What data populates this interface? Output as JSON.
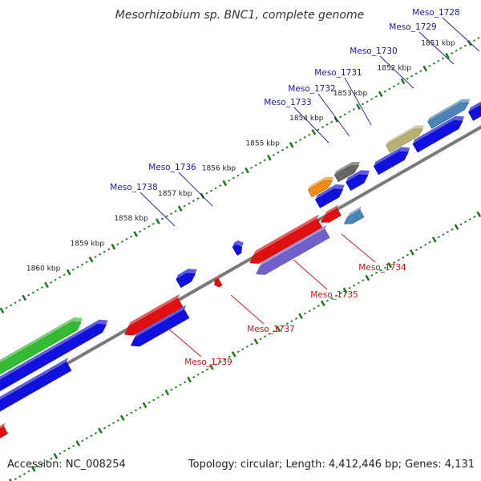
{
  "title": "Mesorhizobium sp. BNC1, complete genome",
  "footer": {
    "accession": "Accession: NC_008254",
    "topology": "Topology: circular; Length: 4,412,446 bp; Genes: 4,131"
  },
  "colors": {
    "backbone": "#7a7a7a",
    "tick_green": "#1f7a1f",
    "label_blue": "#1a1aa6",
    "label_red": "#cc1111",
    "gene_blue": "#1010e0",
    "gene_red": "#e01010",
    "gene_green": "#33bb33",
    "gene_purple": "#7060cc",
    "gene_steel": "#4a85b8",
    "gene_khaki": "#b8b070",
    "gene_gray": "#666666",
    "gene_orange": "#f08c10"
  },
  "ruler": [
    {
      "label": "1851 kbp"
    },
    {
      "label": "1852 kbp"
    },
    {
      "label": "1853 kbp"
    },
    {
      "label": "1854 kbp"
    },
    {
      "label": "1855 kbp"
    },
    {
      "label": "1856 kbp"
    },
    {
      "label": "1857 kbp"
    },
    {
      "label": "1858 kbp"
    },
    {
      "label": "1859 kbp"
    },
    {
      "label": "1860 kbp"
    }
  ],
  "gene_labels_top": [
    {
      "label": "Meso_1728"
    },
    {
      "label": "Meso_1729"
    },
    {
      "label": "Meso_1730"
    },
    {
      "label": "Meso_1731"
    },
    {
      "label": "Meso_1732"
    },
    {
      "label": "Meso_1733"
    },
    {
      "label": "Meso_1736"
    },
    {
      "label": "Meso_1738"
    }
  ],
  "gene_labels_bottom": [
    {
      "label": "Meso_1734"
    },
    {
      "label": "Meso_1735"
    },
    {
      "label": "Meso_1737"
    },
    {
      "label": "Meso_1739"
    }
  ]
}
